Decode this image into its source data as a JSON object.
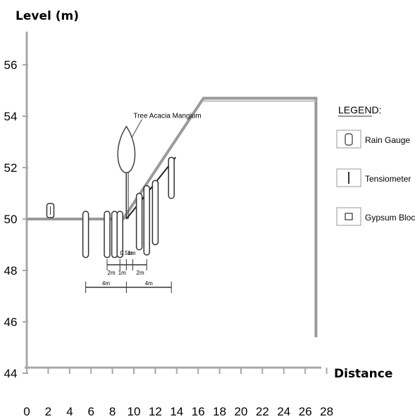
{
  "axes": {
    "y_label": "Level (m)",
    "x_label": "Distance",
    "y_ticks": [
      "44",
      "46",
      "48",
      "50",
      "52",
      "54",
      "56"
    ],
    "x_ticks": [
      "0",
      "2",
      "4",
      "6",
      "8",
      "10",
      "12",
      "14",
      "16",
      "18",
      "20",
      "22",
      "24",
      "26",
      "28"
    ],
    "x_range": [
      0,
      28
    ],
    "y_range": [
      44,
      57
    ]
  },
  "profile": {
    "points": [
      [
        0,
        50
      ],
      [
        9,
        50
      ],
      [
        16.5,
        54.7
      ],
      [
        27,
        54.7
      ],
      [
        27,
        45.4
      ]
    ]
  },
  "tree": {
    "label": "Tree Acacia Mangium",
    "x": 9.3,
    "base_level": 50,
    "crown_top_level": 53.6,
    "crown_bottom_level": 51.8
  },
  "instruments": {
    "rain_gauge": {
      "x": 2.2,
      "level": 50
    },
    "tensiometers": [
      {
        "x": 5.5,
        "top": 50.3,
        "bottom": 48.5
      },
      {
        "x": 7.5,
        "top": 50.3,
        "bottom": 48.5
      },
      {
        "x": 8.2,
        "top": 50.3,
        "bottom": 48.5
      },
      {
        "x": 8.7,
        "top": 50.3,
        "bottom": 48.5
      },
      {
        "x": 10.5,
        "top": 51.0,
        "bottom": 48.8
      },
      {
        "x": 11.2,
        "top": 51.3,
        "bottom": 48.6
      },
      {
        "x": 12.0,
        "top": 51.5,
        "bottom": 49.0
      },
      {
        "x": 13.5,
        "top": 52.4,
        "bottom": 50.8
      }
    ]
  },
  "dimensions": {
    "inner_labels": [
      "2m",
      "1m",
      "0.5m",
      "1m",
      "2m"
    ],
    "outer_labels": [
      "4m",
      "4m"
    ]
  },
  "legend": {
    "title": "LEGEND:",
    "items": [
      {
        "label": "Rain Gauge",
        "icon": "rain-gauge-icon"
      },
      {
        "label": "Tensiometer",
        "icon": "tensiometer-icon"
      },
      {
        "label": "Gypsum Block",
        "icon": "gypsum-block-icon"
      }
    ]
  },
  "colors": {
    "axis": "#a8a8a8",
    "profile": "#9a9a9a",
    "ink": "#000000"
  }
}
